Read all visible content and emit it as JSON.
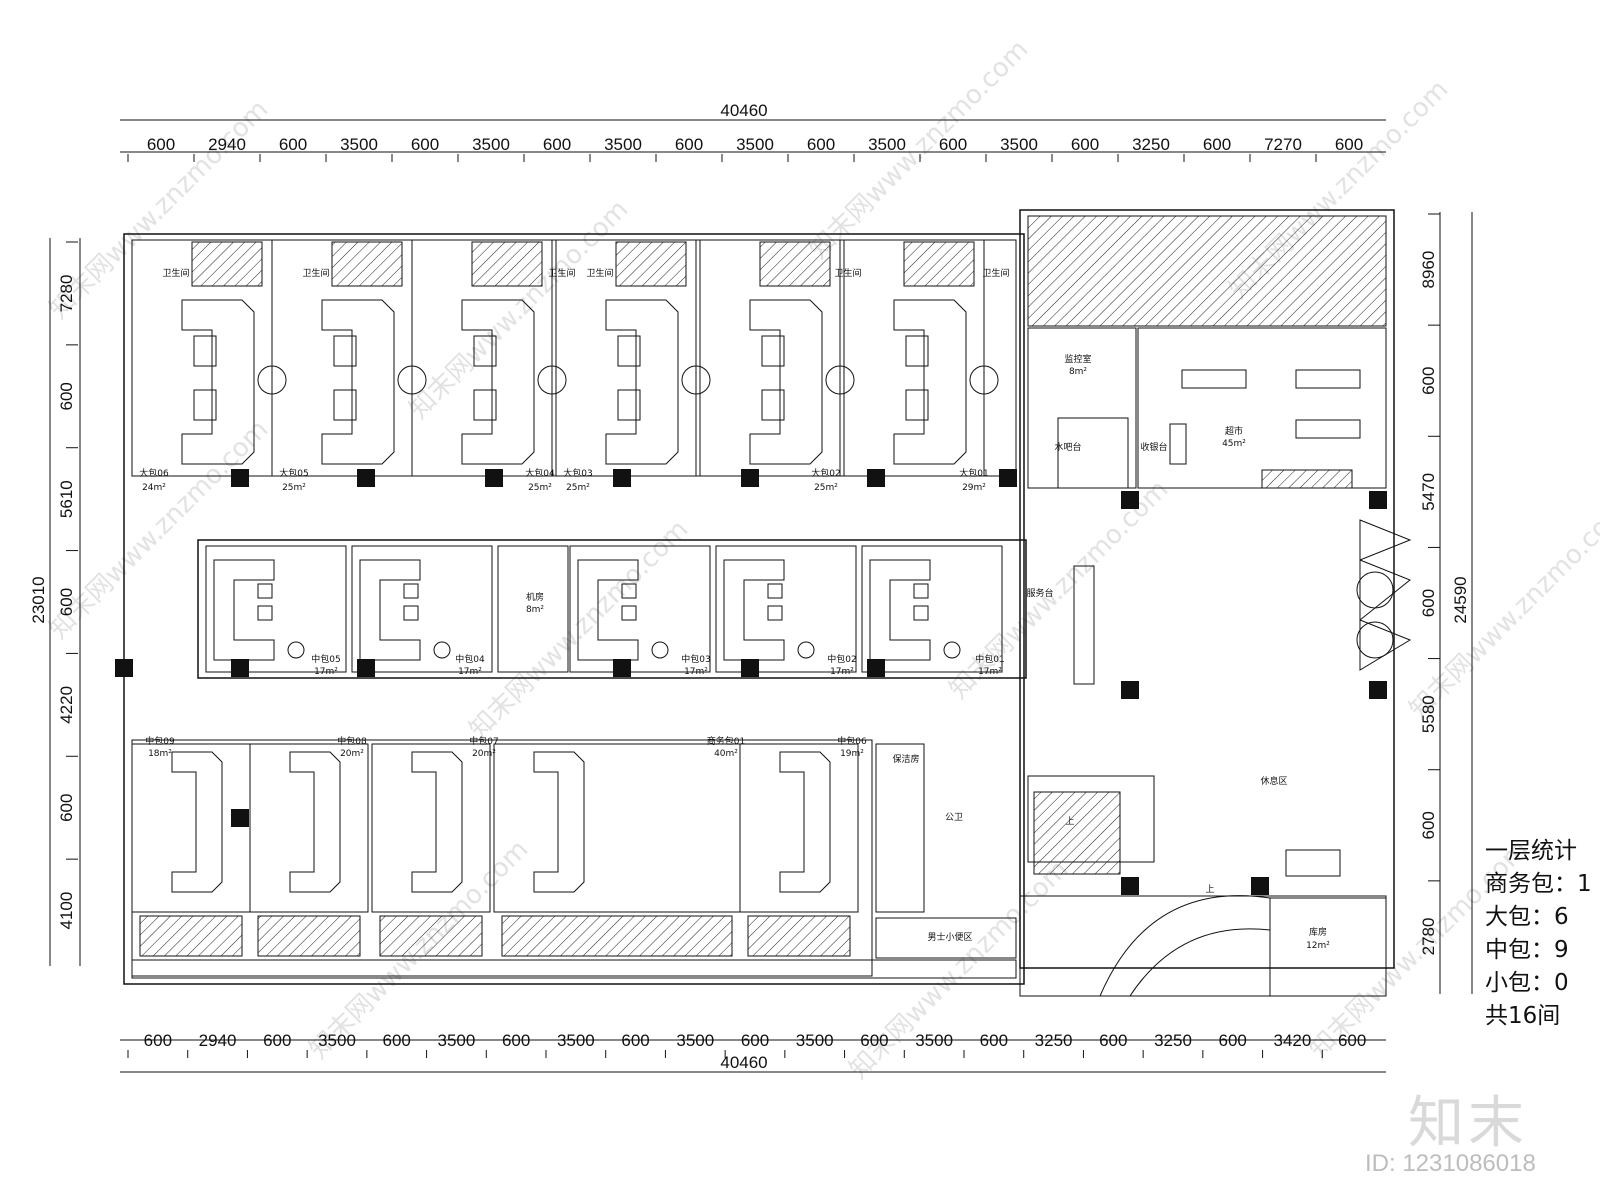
{
  "dimensions": {
    "total_top": "40460",
    "total_bottom": "40460",
    "top": [
      "600",
      "2940",
      "600",
      "3500",
      "600",
      "3500",
      "600",
      "3500",
      "600",
      "3500",
      "600",
      "3500",
      "600",
      "3500",
      "600",
      "3250",
      "600",
      "7270",
      "600"
    ],
    "bottom": [
      "600",
      "2940",
      "600",
      "3500",
      "600",
      "3500",
      "600",
      "3500",
      "600",
      "3500",
      "600",
      "3500",
      "600",
      "3500",
      "600",
      "3250",
      "600",
      "3250",
      "600",
      "3420",
      "600"
    ],
    "left": [
      "7280",
      "600",
      "5610",
      "600",
      "4220",
      "600",
      "4100"
    ],
    "left_total": "23010",
    "right": [
      "8960",
      "600",
      "5470",
      "600",
      "5580",
      "600",
      "2780"
    ],
    "right_total": "24590"
  },
  "rooms": {
    "large_top": [
      {
        "name": "大包06",
        "area": "24m²"
      },
      {
        "name": "大包05",
        "area": "25m²"
      },
      {
        "name": "大包04",
        "area": "25m²"
      },
      {
        "name": "大包03",
        "area": "25m²"
      },
      {
        "name": "大包02",
        "area": "25m²"
      },
      {
        "name": "大包01",
        "area": "29m²"
      }
    ],
    "mid_row": [
      {
        "name": "中包05",
        "area": "17m²"
      },
      {
        "name": "中包04",
        "area": "17m²"
      },
      {
        "name": "机房",
        "area": "8m²"
      },
      {
        "name": "中包03",
        "area": "17m²"
      },
      {
        "name": "中包02",
        "area": "17m²"
      },
      {
        "name": "中包01",
        "area": "17m²"
      }
    ],
    "bottom_row": [
      {
        "name": "中包09",
        "area": "18m²"
      },
      {
        "name": "中包08",
        "area": "20m²"
      },
      {
        "name": "中包07",
        "area": "20m²"
      },
      {
        "name": "商务包01",
        "area": "40m²"
      },
      {
        "name": "中包06",
        "area": "19m²"
      }
    ],
    "toilet": "卫生间",
    "office": "监控室",
    "office_area": "8m²",
    "bar": "水吧台",
    "cashier": "收银台",
    "supermarket": "超市",
    "supermarket_area": "45m²",
    "service": "服务台",
    "lounge": "休息区",
    "storage": "库房",
    "storage_area": "12m²",
    "cleaning": "保洁房",
    "public": "公卫",
    "wash": "男士小便区",
    "stair": "上",
    "up": "上"
  },
  "stats": {
    "title": "一层统计",
    "business": "商务包：1",
    "large": "大包：6",
    "medium": "中包：9",
    "small": "小包：0",
    "total": "共16间"
  },
  "watermark": {
    "brand": "知末",
    "id": "ID: 1231086018",
    "site": "知末网www.znzmo.com"
  }
}
